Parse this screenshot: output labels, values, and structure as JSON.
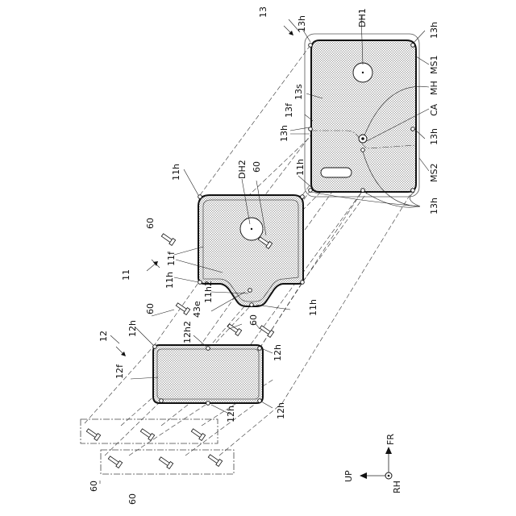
{
  "labels": {
    "ref_13": "13",
    "ref_11": "11",
    "ref_12": "12",
    "h13_tl": "13h",
    "h13_tr": "13h",
    "dh1": "DH1",
    "ms1": "MS1",
    "mh": "MH",
    "s13": "13s",
    "f13": "13f",
    "ca": "CA",
    "h13_l": "13h",
    "h13_r": "13h",
    "ms2": "MS2",
    "h11_in": "11h",
    "h13_b": "13h",
    "h11_tl": "11h",
    "dh2": "DH2",
    "n60_a": "60",
    "n60_b": "60",
    "f11": "11f",
    "h11_bl": "11h",
    "h11_2": "11h2",
    "e43": "43e",
    "h11_br": "11h",
    "n60_c": "60",
    "h12_tl": "12h",
    "h12_2": "12h2",
    "n60_d": "60",
    "f12": "12f",
    "h12_tr": "12h",
    "h12_br": "12h",
    "h12_bl": "12h",
    "n60_e": "60",
    "n60_f": "60",
    "fr": "FR",
    "up": "UP",
    "rh": "RH"
  }
}
